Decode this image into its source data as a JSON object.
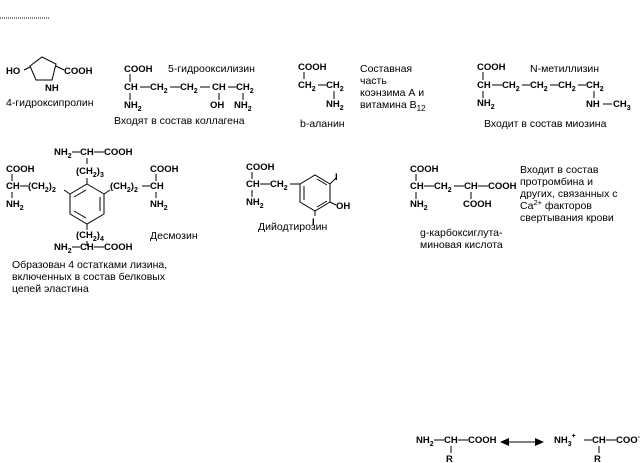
{
  "captions": {
    "hydroxyproline": "4-гидроксипролин",
    "hydroxylysine": "5-гидрооксилизин",
    "collagen": "Входят в состав коллагена",
    "b_alanine": "b-аланин",
    "coenzyme_line1": "Составная",
    "coenzyme_line2": "часть",
    "coenzyme_line3": "коэнзима А и",
    "coenzyme_line4": "витамина В",
    "coenzyme_sub": "12",
    "methyllysine": "N-метиллизин",
    "myosin": "Входит в состав миозина",
    "desmosine": "Десмозин",
    "elastin_line1": "Образован 4 остатками лизина,",
    "elastin_line2": "включенных в состав белковых",
    "elastin_line3": "цепей эластина",
    "diiodotyrosine": "Дийодтирозин",
    "carboxyglutamic_line1": "g-карбоксиглута-",
    "carboxyglutamic_line2": "миновая кислота",
    "prothrombin_line1": "Входит в состав",
    "prothrombin_line2": "протромбина и",
    "prothrombin_line3": "других, связанных с",
    "prothrombin_line4a": "Ca",
    "prothrombin_line4sup": "2+",
    "prothrombin_line4b": " факторов",
    "prothrombin_line5": "свертывания крови"
  },
  "formula": {
    "HO": "HO",
    "COOH": "COOH",
    "N": "N",
    "H": "H",
    "CH": "CH",
    "CH2": "CH",
    "two": "2",
    "NH2": "NH",
    "OH": "OH",
    "NH": "NH",
    "CH3": "CH",
    "three": "3",
    "four": "4",
    "I": "I",
    "NH3plus": "NH",
    "plus": "+",
    "COOminus": "COO",
    "minus": "-",
    "R": "R",
    "CH2_3": "(CH",
    "paren_close_3": ")",
    "CH2_4": "(CH",
    "paren_close_4": ")",
    "CH2_2_left": "(CH",
    "paren_close_2": ")"
  }
}
